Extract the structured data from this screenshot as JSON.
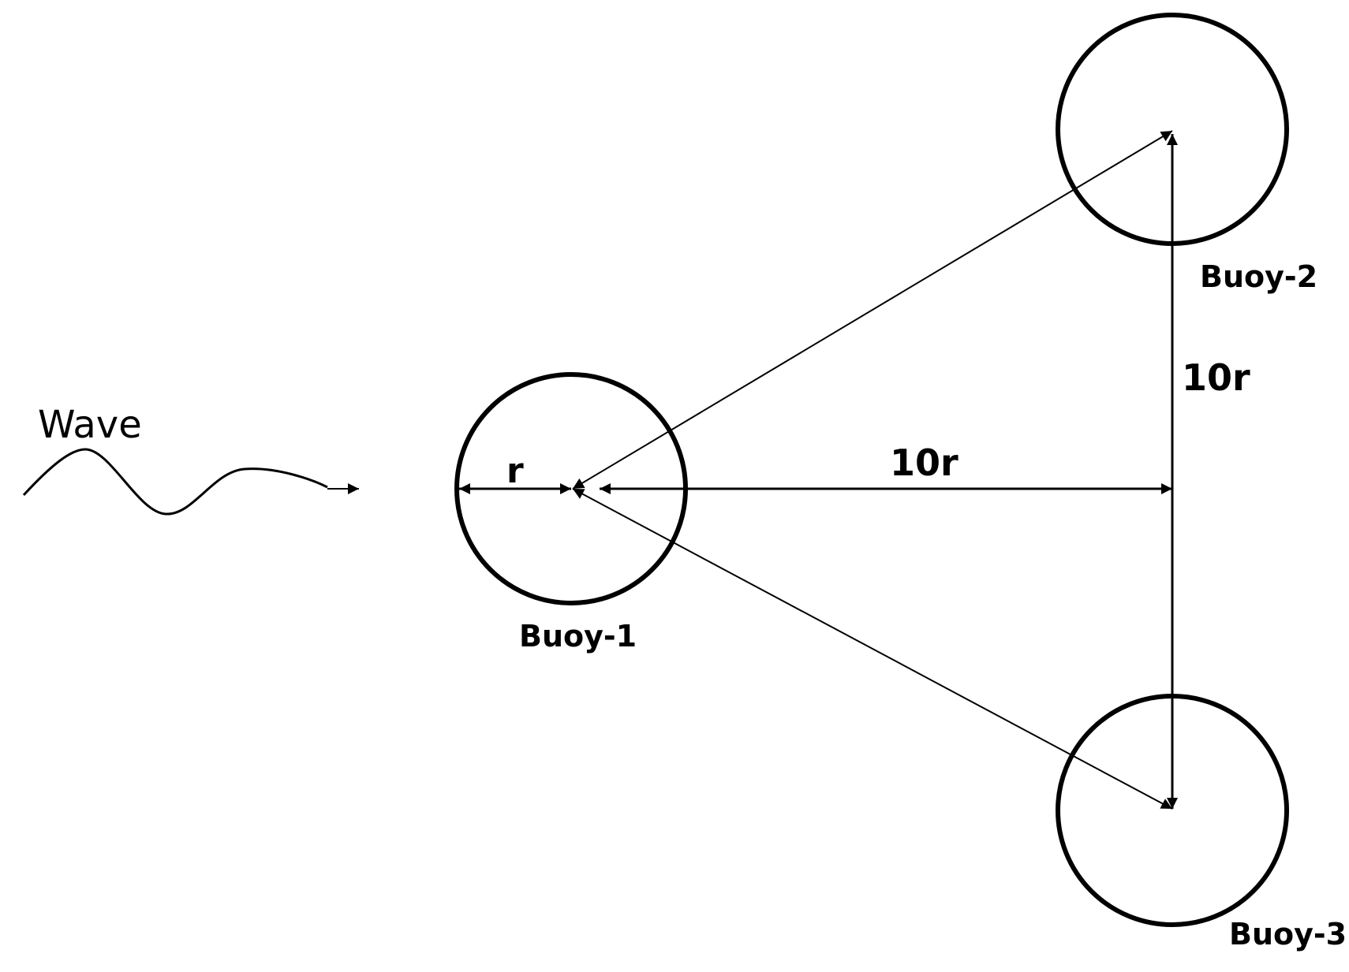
{
  "labels": {
    "wave": "Wave",
    "buoy1": "Buoy-1",
    "buoy2": "Buoy-2",
    "buoy3": "Buoy-3",
    "radius": "r",
    "horizontal_distance": "10r",
    "vertical_distance": "10r"
  },
  "colors": {
    "stroke": "#000000",
    "background": "#ffffff"
  }
}
